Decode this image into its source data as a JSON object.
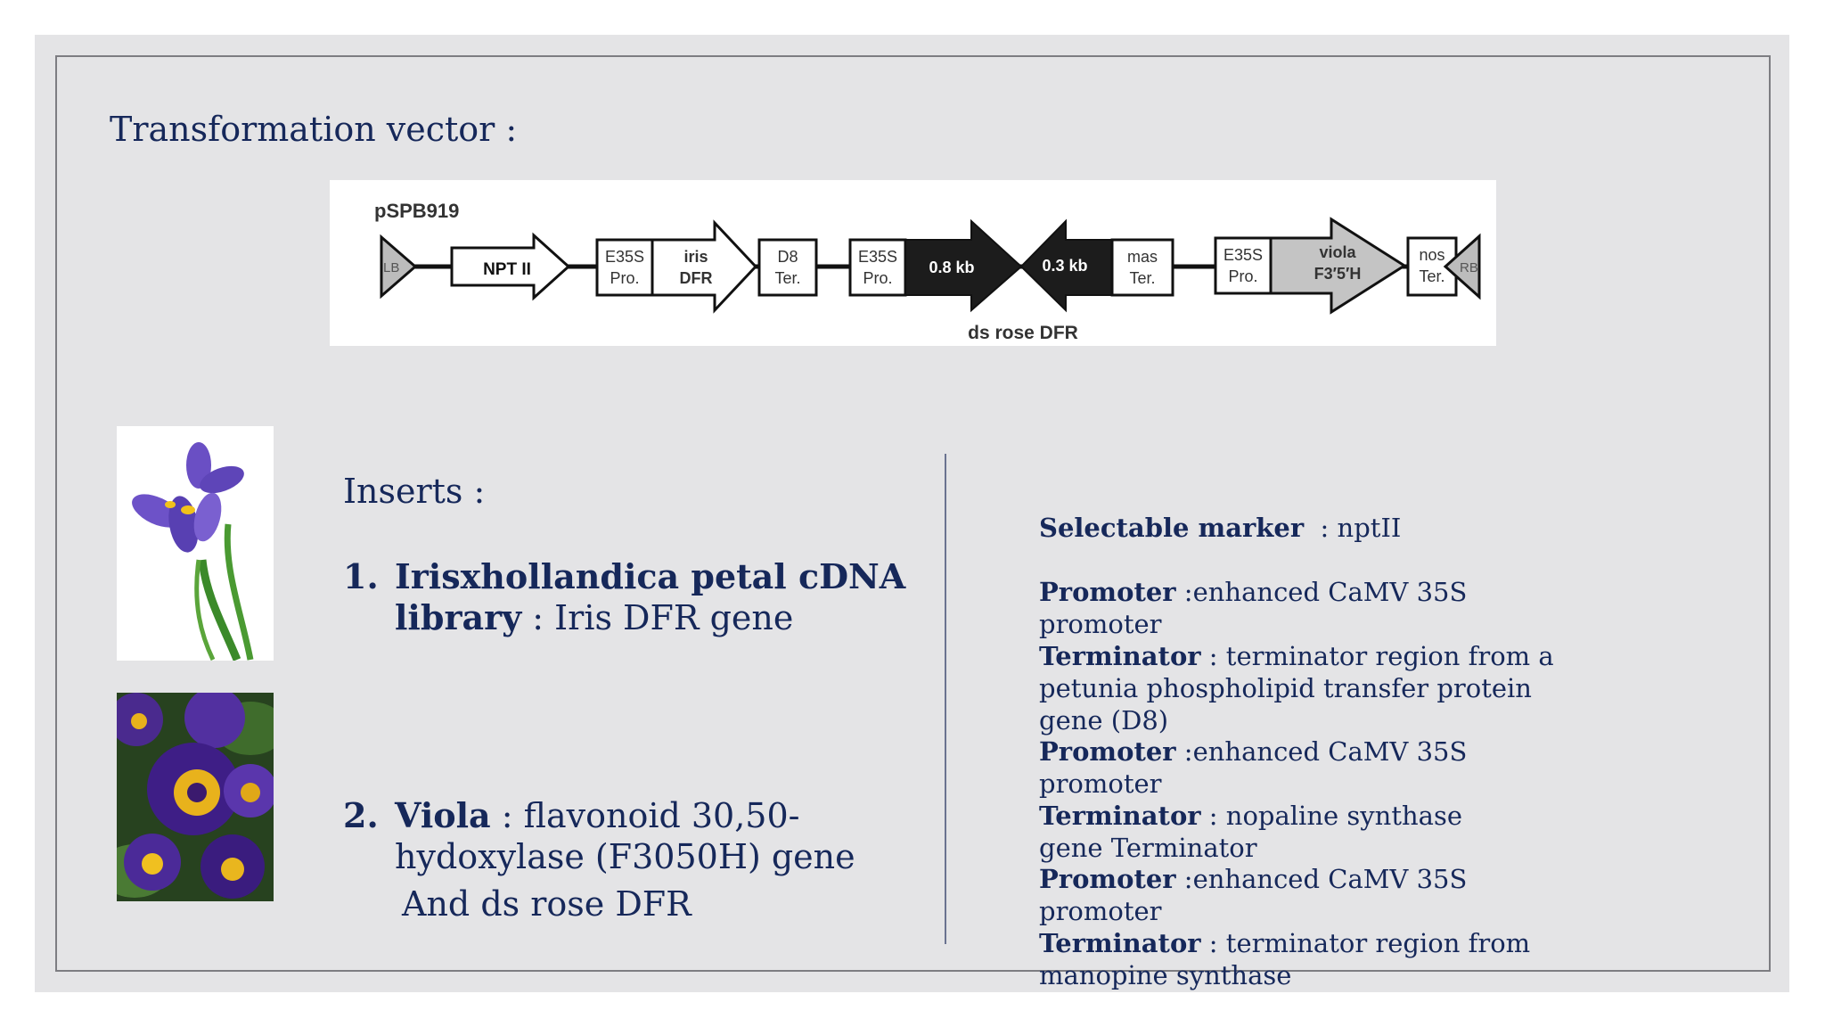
{
  "slide": {
    "title": "Transformation vector :",
    "vector": {
      "name": "pSPB919",
      "elements": {
        "lb": "LB",
        "npt": "NPT II",
        "e35s_1": [
          "E35S",
          "Pro."
        ],
        "iris": [
          "iris",
          "DFR"
        ],
        "d8": [
          "D8",
          "Ter."
        ],
        "e35s_2": [
          "E35S",
          "Pro."
        ],
        "kb08": "0.8 kb",
        "kb03": "0.3 kb",
        "mas": [
          "mas",
          "Ter."
        ],
        "e35s_3": [
          "E35S",
          "Pro."
        ],
        "viola": [
          "viola",
          "F3′5′H"
        ],
        "nos": [
          "nos",
          "Ter."
        ],
        "rb": "RB"
      },
      "ds_label": "ds rose DFR"
    },
    "inserts": {
      "heading": "Inserts :",
      "item1": {
        "num": "1.",
        "bold": "Irisxhollandica petal cDNA library",
        "rest": " : Iris DFR gene"
      },
      "item2": {
        "num": "2.",
        "bold": "Viola",
        "rest": " : flavonoid 30,50-hydoxylase (F3050H) gene"
      },
      "also": "And ds rose DFR"
    },
    "details": {
      "marker_label": "Selectable marker",
      "marker_value": "  : nptII",
      "block1": {
        "promoter_label": "Promoter",
        "promoter_value": " :enhanced CaMV 35S promoter",
        "terminator_label": "Terminator",
        "terminator_value": " : terminator region from a petunia phospholipid transfer protein gene (D8)"
      },
      "block2": {
        "promoter_label": "Promoter",
        "promoter_value": " :enhanced CaMV 35S promoter",
        "terminator_label": "Terminator",
        "terminator_value": " : nopaline synthase gene Terminator"
      },
      "block3": {
        "promoter_label": "Promoter",
        "promoter_value": " :enhanced CaMV 35S promoter",
        "terminator_label": "Terminator",
        "terminator_value": " : terminator region from manopine synthase"
      }
    }
  },
  "colors": {
    "text": "#16285a",
    "slide_bg": "#e4e4e6",
    "frame": "#7d7d82",
    "divider": "#6a7390",
    "vector_black": "#1c1c1c",
    "vector_gray": "#c4c4c4"
  }
}
